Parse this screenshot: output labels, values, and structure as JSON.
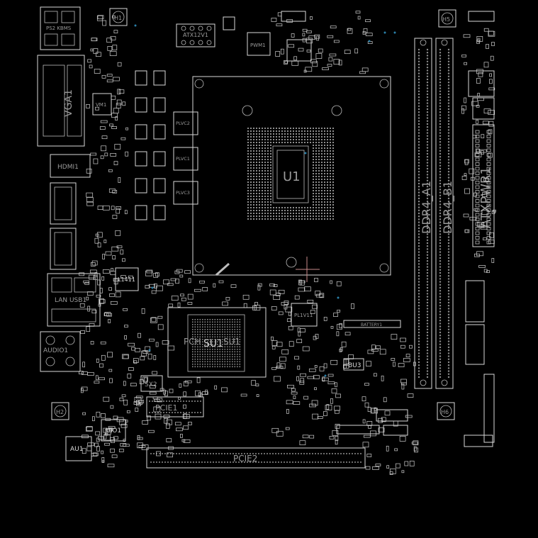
{
  "labels": {
    "ps2_kbms": "PS2 KBMS",
    "atx12v1": "ATX12V1",
    "vga1": "VGA1",
    "hdmi1": "HDMI1",
    "lan_usb": "LAN USB1",
    "audio1": "AUDIO1",
    "plvc2": "PLVC2",
    "plvc1": "PLVC1",
    "plvc3": "PLVC3",
    "cpu": "U1",
    "pch": "SU1",
    "pch_prefix": "PCH",
    "pch_suffix": "SU1",
    "l1": "L1411",
    "plvi": "PL1V11",
    "battery": "BATTERY1",
    "bu3": "BU3",
    "sx2": "SX2",
    "pcie1": "PCIE1",
    "pcie2": "PCIE2",
    "uio1": "UIO1",
    "au1": "AU1",
    "atxpwr": "ATXPWR1",
    "dimm_a": "DDR4_A1",
    "dimm_b": "DDR4_B1",
    "pwm1": "PWM1",
    "vm1": "VM1",
    "h1": "H1",
    "h2": "H2",
    "h5": "H5",
    "h6": "H6"
  },
  "colors": {
    "background": "#000000",
    "outline": "#d8d8d8",
    "silk_text": "#9a9a9a",
    "via": "#2a7fa8",
    "marker": "#c98a8a"
  }
}
